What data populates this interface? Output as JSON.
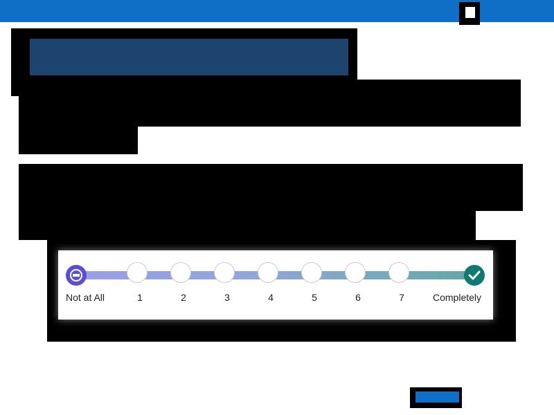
{
  "scale": {
    "min_label": "Not at All",
    "max_label": "Completely",
    "points": [
      "1",
      "2",
      "3",
      "4",
      "5",
      "6",
      "7"
    ]
  },
  "colors": {
    "header": "#0f6fc6",
    "title_block": "#1d436f",
    "min_end": "#5a4fd3",
    "max_end": "#0f7a6f"
  }
}
